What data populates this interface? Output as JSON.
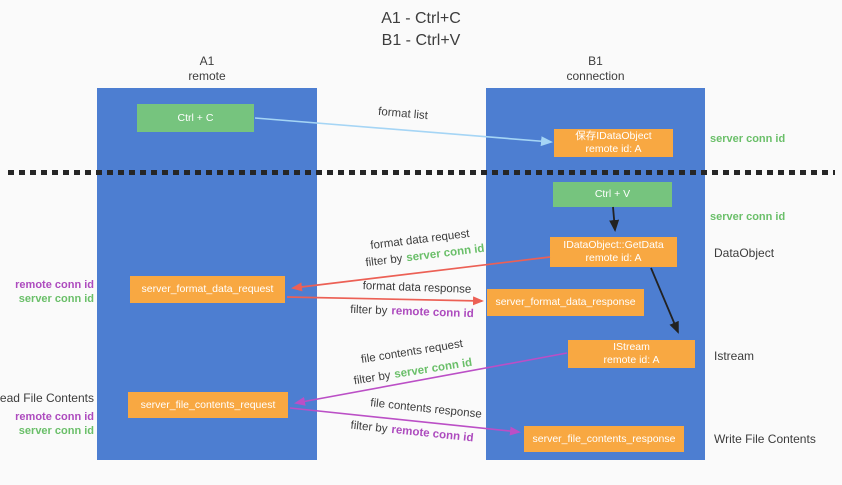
{
  "title": {
    "line1": "A1 - Ctrl+C",
    "line2": "B1 - Ctrl+V"
  },
  "lanes": {
    "left": {
      "name": "A1",
      "subtitle": "remote"
    },
    "right": {
      "name": "B1",
      "subtitle": "connection"
    }
  },
  "nodes": {
    "ctrl_c": "Ctrl + C",
    "ctrl_v": "Ctrl + V",
    "save_idataobject": {
      "line1": "保存IDataObject",
      "line2": "remote id: A"
    },
    "getdata": {
      "line1": "IDataObject::GetData",
      "line2": "remote id: A"
    },
    "istream": {
      "line1": "IStream",
      "line2": "remote id: A"
    },
    "format_request": "server_format_data_request",
    "format_response": "server_format_data_response",
    "file_request": "server_file_contents_request",
    "file_response": "server_file_contents_response"
  },
  "arrow_labels": {
    "format_list": "format list",
    "format_data_request": "format data request",
    "format_data_response": "format data response",
    "file_contents_request": "file contents request",
    "file_contents_response": "file contents response",
    "filter_by": "filter by",
    "server_conn_id": "server conn id",
    "remote_conn_id": "remote conn id"
  },
  "side_labels": {
    "server_conn_id": "server conn id",
    "remote_conn_id": "remote conn id",
    "dataobject": "DataObject",
    "istream": "Istream",
    "read_file_contents": "Read File Contents",
    "write_file_contents": "Write File Contents"
  },
  "colors": {
    "lane_blue": "#4d7ed1",
    "node_green": "#76c47e",
    "node_orange": "#f8a842",
    "arrow_light_blue": "#a5d5f5",
    "arrow_red": "#ec6055",
    "arrow_purple": "#bb4fc6",
    "arrow_black": "#222222",
    "text_green": "#6abf69",
    "text_purple": "#ad4bbe"
  }
}
